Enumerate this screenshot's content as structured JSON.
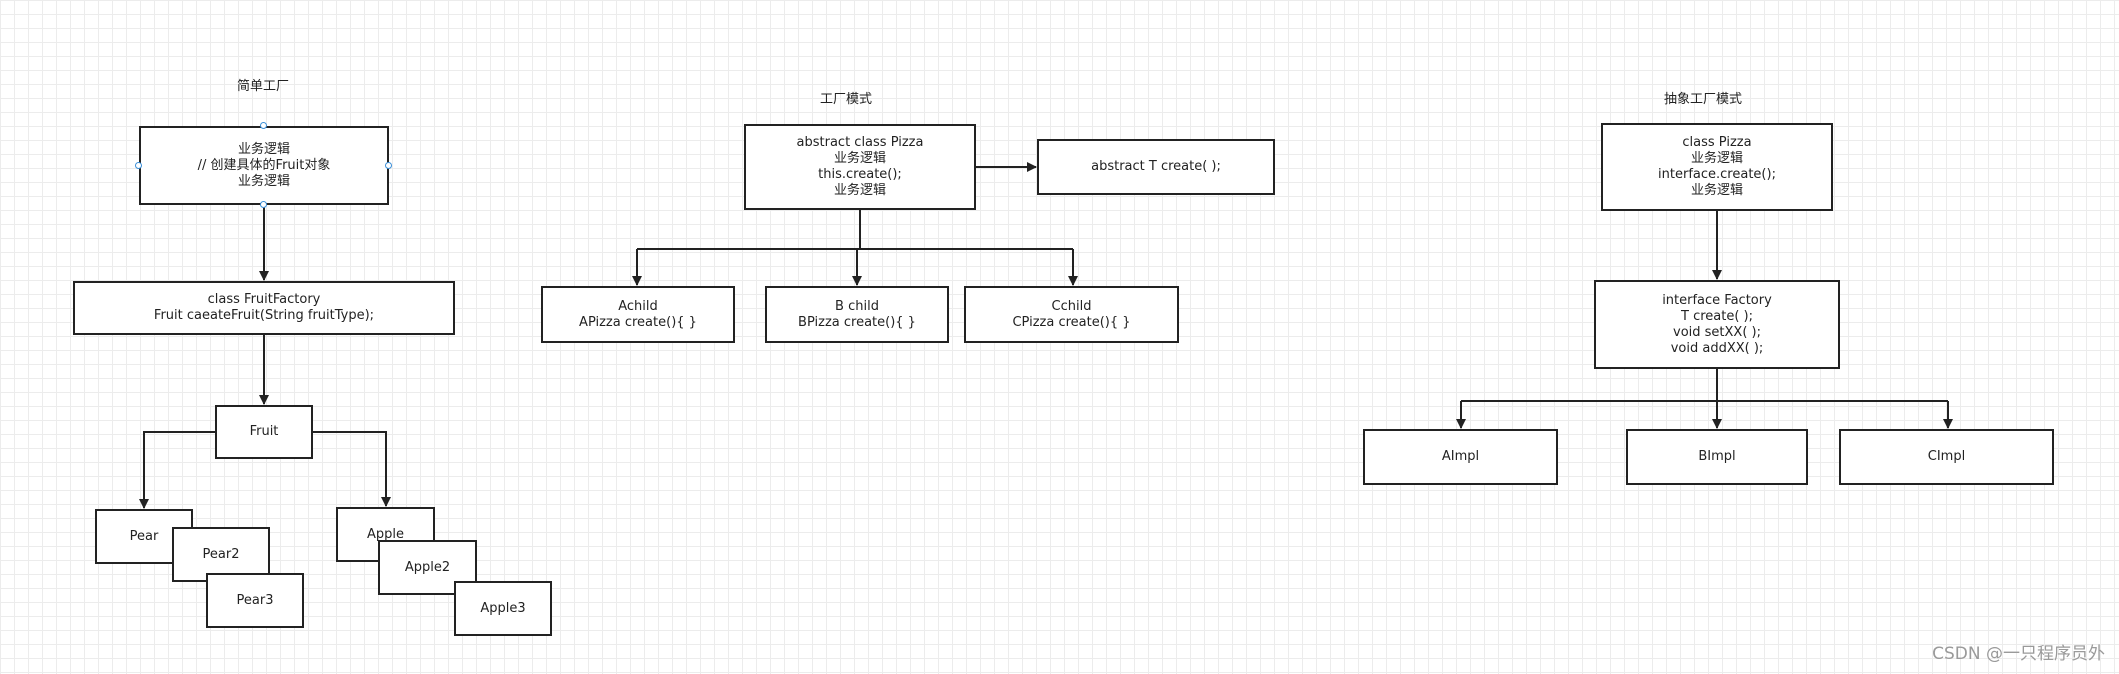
{
  "colors": {
    "stroke": "#222222",
    "grid": "#ececec",
    "selection_handle": "#3b8fd8",
    "watermark": "#9a9a9a"
  },
  "simple_factory": {
    "title": "简单工厂",
    "logic_box": [
      "业务逻辑",
      "// 创建具体的Fruit对象",
      "业务逻辑"
    ],
    "factory_box": [
      "class FruitFactory",
      "Fruit caeateFruit(String fruitType);"
    ],
    "fruit_box": "Fruit",
    "pears": [
      "Pear",
      "Pear2",
      "Pear3"
    ],
    "apples": [
      "Apple",
      "Apple2",
      "Apple3"
    ]
  },
  "factory_method": {
    "title": "工厂模式",
    "pizza_box": [
      "abstract class Pizza",
      "业务逻辑",
      "this.create();",
      "业务逻辑"
    ],
    "create_box": "abstract T create( );",
    "children": [
      [
        "Achild",
        "APizza create(){ }"
      ],
      [
        "B child",
        "BPizza create(){ }"
      ],
      [
        "Cchild",
        "CPizza create(){ }"
      ]
    ]
  },
  "abstract_factory": {
    "title": "抽象工厂模式",
    "pizza_box": [
      "class Pizza",
      "业务逻辑",
      "interface.create();",
      "业务逻辑"
    ],
    "factory_box": [
      "interface Factory",
      "T create( );",
      "void setXX( );",
      "void addXX( );"
    ],
    "impls": [
      "AImpl",
      "BImpl",
      "CImpl"
    ]
  },
  "watermark": "CSDN @一只程序员外"
}
